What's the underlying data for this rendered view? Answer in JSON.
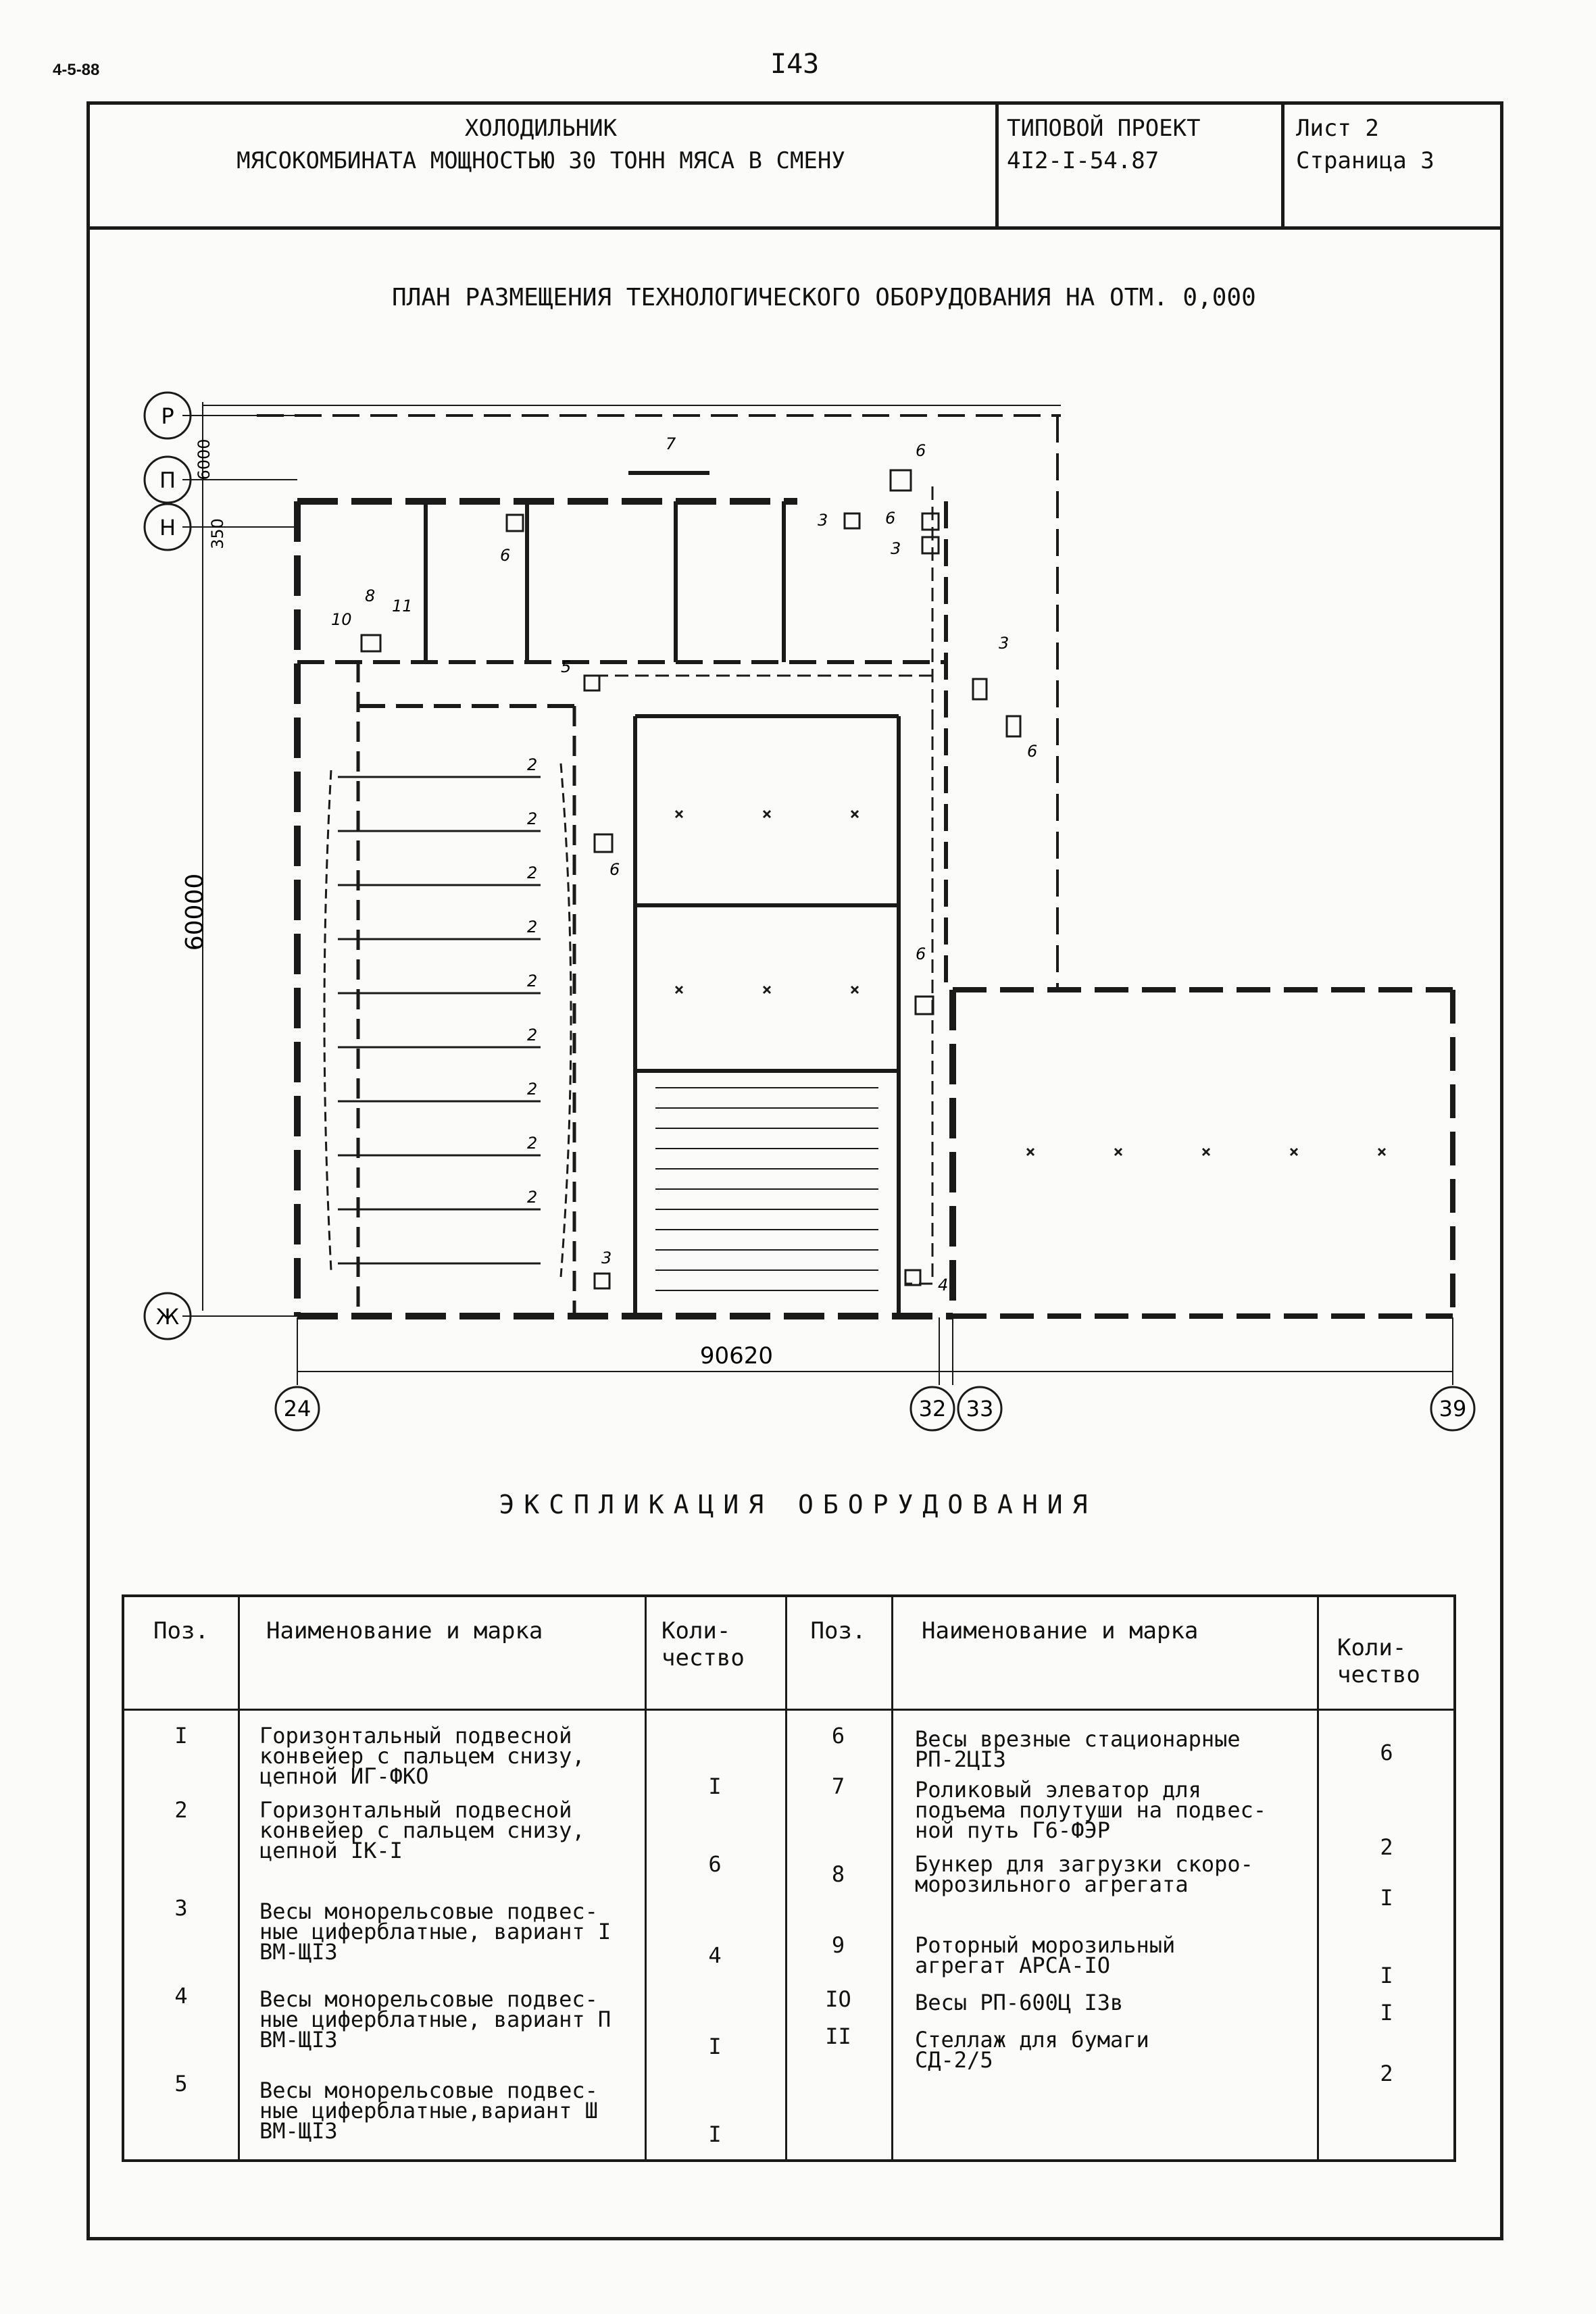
{
  "header": {
    "corner_code": "4-5-88",
    "page_number": "I43",
    "object_line1": "ХОЛОДИЛЬНИК",
    "object_line2": "МЯСОКОМБИНАТА МОЩНОСТЬЮ 30 ТОНН МЯСА В СМЕНУ",
    "project_label": "ТИПОВОЙ ПРОЕКТ",
    "project_number": "4I2-I-54.87",
    "sheet": "Лист 2",
    "page": "Страница 3"
  },
  "plan": {
    "title": "ПЛАН РАЗМЕЩЕНИЯ ТЕХНОЛОГИЧЕСКОГО ОБОРУДОВАНИЯ НА ОТМ. 0,000",
    "row_axes": [
      "Р",
      "П",
      "Н",
      "Ж"
    ],
    "col_axes": [
      "24",
      "32",
      "33",
      "39"
    ],
    "dim_height": "60000",
    "dim_width": "90620",
    "dim_6000": "6000",
    "dim_350": "350",
    "position_marks": [
      "7",
      "6",
      "3",
      "6",
      "3",
      "6",
      "8",
      "11",
      "10",
      "5",
      "3",
      "6",
      "6",
      "6",
      "3",
      "4",
      "2",
      "2",
      "2",
      "2",
      "2",
      "2",
      "2",
      "2",
      "2"
    ]
  },
  "explication": {
    "title": "ЭКСПЛИКАЦИЯ ОБОРУДОВАНИЯ",
    "headers": {
      "pos": "Поз.",
      "name": "Наименование и марка",
      "qty": "Коли-\nчество"
    },
    "left_rows": [
      {
        "pos": "I",
        "name": "Горизонтальный подвесной\nконвейер с пальцем снизу,\nцепной ИГ-ФКО",
        "qty": "I"
      },
      {
        "pos": "2",
        "name": "Горизонтальный подвесной\nконвейер с пальцем снизу,\nцепной IK-I",
        "qty": "6"
      },
      {
        "pos": "3",
        "name": "Весы монорельсовые подвес-\nные циферблатные, вариант I\nВМ-ЩI3",
        "qty": "4"
      },
      {
        "pos": "4",
        "name": "Весы монорельсовые подвес-\nные циферблатные, вариант П\nВМ-ЩI3",
        "qty": "I"
      },
      {
        "pos": "5",
        "name": "Весы монорельсовые подвес-\nные циферблатные,вариант Ш\nВМ-ЩI3",
        "qty": "I"
      }
    ],
    "right_rows": [
      {
        "pos": "6",
        "name": "Весы врезные стационарные\nРП-2ЦI3",
        "qty": "6"
      },
      {
        "pos": "7",
        "name": "Роликовый элеватор для\nподъема полутуши на подвес-\nной путь Г6-ФЭР",
        "qty": "2"
      },
      {
        "pos": "8",
        "name": "Бункер для загрузки скоро-\nморозильного агрегата",
        "qty": "I"
      },
      {
        "pos": "9",
        "name": "Роторный морозильный\nагрегат АРСА-IO",
        "qty": "I"
      },
      {
        "pos": "IO",
        "name": "Весы РП-600Ц I3в",
        "qty": "I"
      },
      {
        "pos": "II",
        "name": "Стеллаж для бумаги\nСД-2/5",
        "qty": "2"
      }
    ]
  }
}
